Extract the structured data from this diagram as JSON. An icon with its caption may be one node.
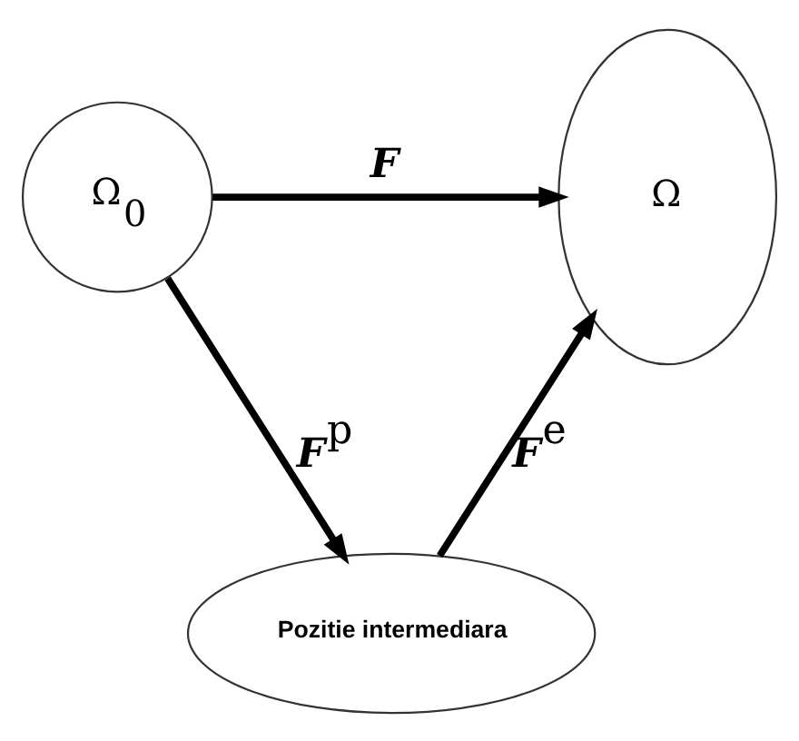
{
  "diagram": {
    "nodes": [
      {
        "text": [
          "Ω$_{0}$"
        ]
      },
      {
        "text": [
          "Ω"
        ]
      },
      {
        "text": [
          "Pozitie intermediara"
        ]
      }
    ],
    "edges": [
      {
        "from": 0,
        "to": 1,
        "arrow": "to",
        "label": "F"
      },
      {
        "from": 0,
        "to": 2,
        "arrow": "to",
        "label": "F$^{p}$"
      },
      {
        "from": 2,
        "to": 1,
        "arrow": "to",
        "label": "F$^{e}$"
      }
    ]
  }
}
